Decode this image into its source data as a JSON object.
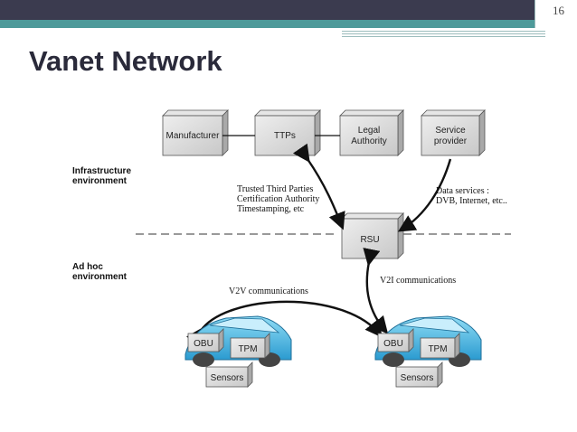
{
  "slide": {
    "number": "16",
    "title": "Vanet Network"
  },
  "diagram": {
    "boxes": {
      "manufacturer": "Manufacturer",
      "ttps": "TTPs",
      "legal_1": "Legal",
      "legal_2": "Authority",
      "service_1": "Service",
      "service_2": "provider",
      "rsu": "RSU"
    },
    "env": {
      "infra_1": "Infrastructure",
      "infra_2": "environment",
      "adhoc_1": "Ad hoc",
      "adhoc_2": "environment"
    },
    "annotations": {
      "ttp_1": "Trusted Third Parties",
      "ttp_2": "Certification Authority",
      "ttp_3": "Timestamping, etc",
      "data_1": "Data services :",
      "data_2": "DVB, Internet, etc..",
      "v2v": "V2V communications",
      "v2i": "V2I communications"
    },
    "vehicles": {
      "left": {
        "obu": "OBU",
        "tpm": "TPM",
        "sensors": "Sensors"
      },
      "right": {
        "obu": "OBU",
        "tpm": "TPM",
        "sensors": "Sensors"
      }
    }
  }
}
